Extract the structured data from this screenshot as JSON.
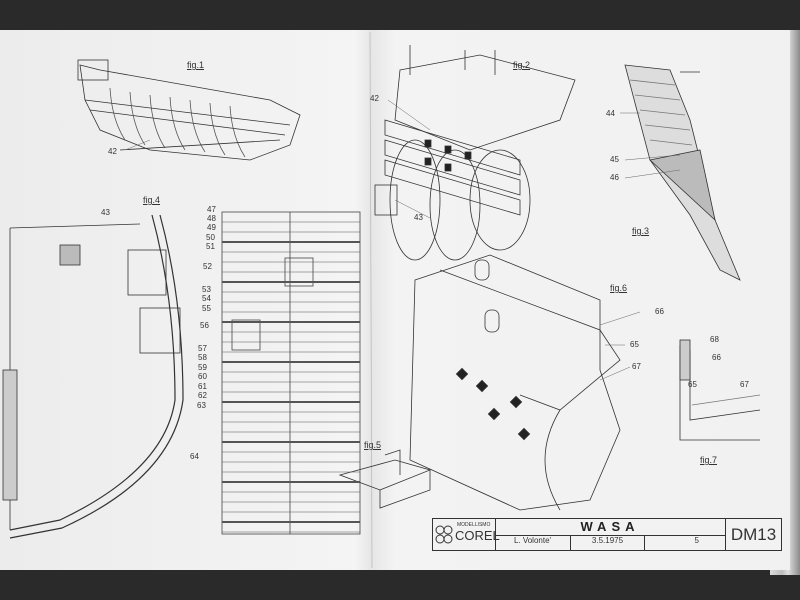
{
  "figures": {
    "fig1": {
      "label": "fig.1",
      "parts": [
        "42"
      ]
    },
    "fig2": {
      "label": "fig.2",
      "parts": [
        "42",
        "43"
      ]
    },
    "fig3": {
      "label": "fig.3",
      "parts": [
        "44",
        "45",
        "46"
      ]
    },
    "fig4": {
      "label": "fig.4",
      "parts": [
        "43",
        "47",
        "48",
        "49",
        "50",
        "51",
        "52",
        "53",
        "54",
        "55",
        "56",
        "57",
        "58",
        "59",
        "60",
        "61",
        "62",
        "63",
        "64"
      ]
    },
    "fig5": {
      "label": "fig.5"
    },
    "fig6": {
      "label": "fig.6",
      "parts": [
        "66",
        "65",
        "67"
      ]
    },
    "fig7": {
      "label": "fig.7",
      "parts": [
        "68",
        "66",
        "65",
        "67"
      ]
    }
  },
  "title_block": {
    "brand_top": "MODELLISMO",
    "brand": "COREL",
    "model_name": "WASA",
    "designer": "L. Volonte'",
    "date": "3.5.1975",
    "sheet": "5",
    "code": "DM13"
  }
}
